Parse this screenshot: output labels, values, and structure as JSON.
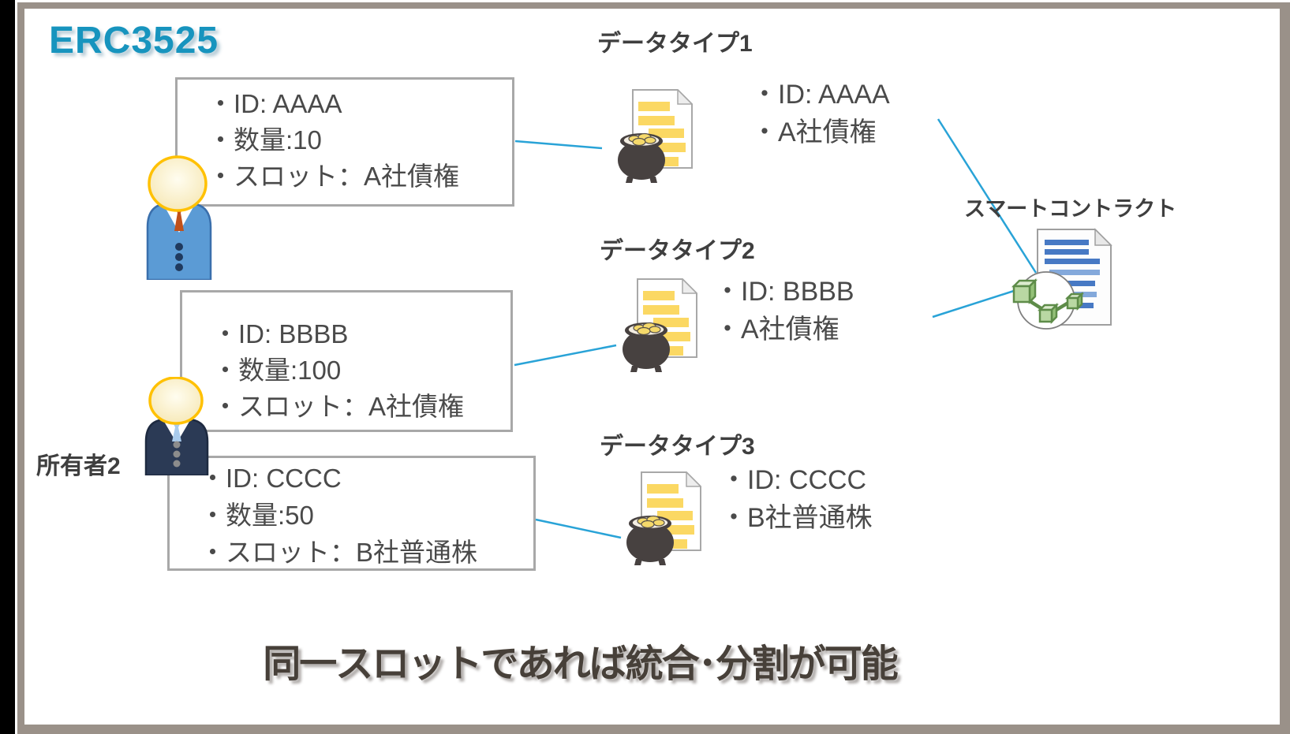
{
  "title": {
    "text": "ERC3525"
  },
  "owner2_label": "所有者2",
  "token_boxes": [
    {
      "lines": [
        "・ID: AAAA",
        "・数量:10",
        "・スロット：A社債権"
      ]
    },
    {
      "lines": [
        "・ID: BBBB",
        "・数量:100",
        "・スロット：A社債権"
      ]
    },
    {
      "lines": [
        "・ID: CCCC",
        "・数量:50",
        "・スロット：B社普通株"
      ]
    }
  ],
  "data_types": [
    {
      "label": "データタイプ1",
      "lines": [
        "・ID: AAAA",
        "・A社債権"
      ]
    },
    {
      "label": "データタイプ2",
      "lines": [
        "・ID: BBBB",
        "・A社債権"
      ]
    },
    {
      "label": "データタイプ3",
      "lines": [
        "・ID: CCCC",
        "・B社普通株"
      ]
    }
  ],
  "smart_contract": {
    "label": "スマートコントラクト"
  },
  "footer": {
    "text": "同一スロットであれば統合･分割が可能"
  },
  "colors": {
    "title_cyan": "#1794BE",
    "connector_cyan": "#29A3D7",
    "box_border_gray": "#A8A8A8",
    "body_text_gray": "#4A4A4A",
    "label_gray": "#3F3F3F",
    "frame_gray": "#9A9189",
    "left_band_black": "#000000",
    "suit_owner1_blue": "#5B9BD5",
    "tie_owner1_orange": "#C0511B",
    "suit_owner2_navy": "#2B3A55",
    "tie_owner2_lightblue": "#A9CBEC",
    "head_fill_cream": "#FBF2D0",
    "head_stroke_gold": "#FFC103",
    "doc_bar_yellow": "#FBD863",
    "pot_dark": "#474140",
    "coin_yellow": "#F5D96B",
    "sc_bar_blue": "#4779C4",
    "sc_bar_lightblue": "#84A9DB",
    "cube_green": "#B9D8A3",
    "cube_edge_green": "#5E8C49",
    "footer_text": "#474039"
  }
}
